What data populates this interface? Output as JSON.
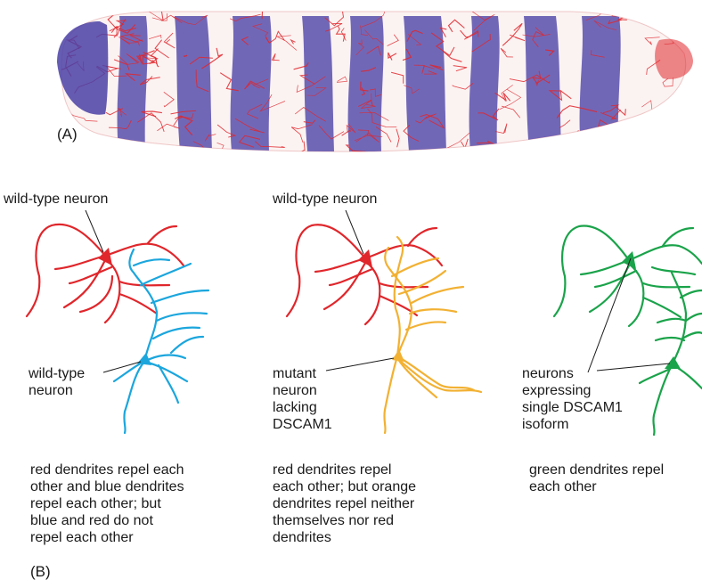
{
  "panel_a": {
    "label": "(A)"
  },
  "panel_b": {
    "label": "(B)",
    "left": {
      "top_label": "wild-type neuron",
      "cell_label": "wild-type\nneuron",
      "caption": "red dendrites repel each\nother and blue dendrites\nrepel each other; but\nblue and red do not\nrepel each other"
    },
    "middle": {
      "top_label": "wild-type neuron",
      "cell_label": "mutant\nneuron\nlacking\nDSCAM1",
      "caption": "red dendrites repel\neach other; but orange\ndendrites repel neither\nthemselves nor red\ndendrites"
    },
    "right": {
      "cell_label": "neurons\nexpressing\nsingle DSCAM1\nisoform",
      "caption": "green dendrites repel\neach other"
    }
  },
  "colors": {
    "red": "#e0262b",
    "blue": "#1ba6dd",
    "orange": "#f2b133",
    "green": "#1aa34a",
    "stain": "#4a3fa6"
  }
}
